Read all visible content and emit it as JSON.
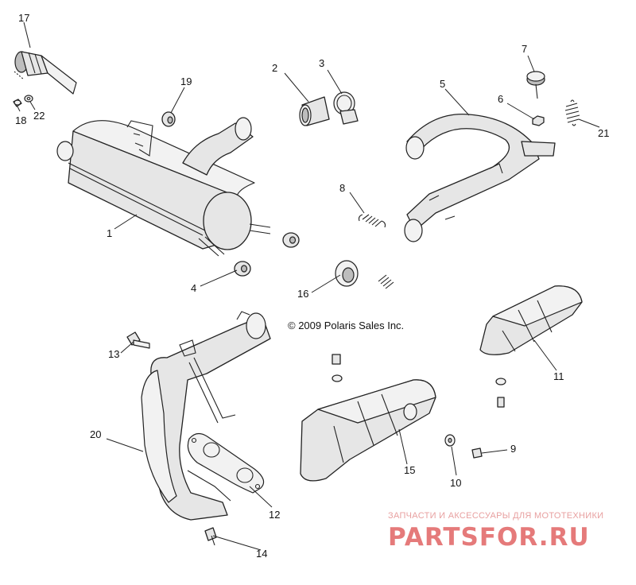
{
  "copyright": "© 2009 Polaris Sales Inc.",
  "watermark": {
    "tagline": "ЗАПЧАСТИ И АКСЕССУАРЫ ДЛЯ МОТОТЕХНИКИ",
    "brand": "PARTSFOR.RU",
    "color": "#e57a7a"
  },
  "callouts": {
    "c1": "1",
    "c2": "2",
    "c3": "3",
    "c4": "4",
    "c5": "5",
    "c6": "6",
    "c7": "7",
    "c8": "8",
    "c9": "9",
    "c10": "10",
    "c11": "11",
    "c12": "12",
    "c13": "13",
    "c14": "14",
    "c15": "15",
    "c16": "16",
    "c17": "17",
    "c18": "18",
    "c19": "19",
    "c20": "20",
    "c21": "21",
    "c22": "22"
  }
}
